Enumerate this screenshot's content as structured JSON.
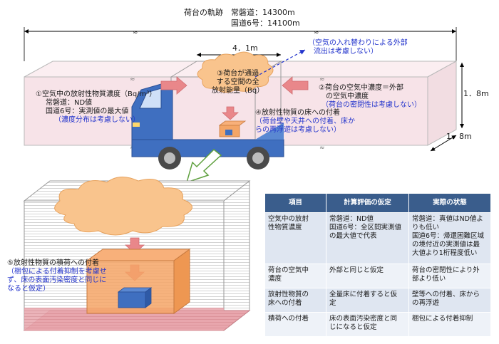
{
  "header": {
    "title_line1": "荷台の軌跡　常磐道：14300m",
    "title_line2": "国道6号：14100m"
  },
  "dimensions": {
    "length": "4．1m",
    "height": "1．8m",
    "width": "1．8m"
  },
  "labels": {
    "air_exchange": [
      "（空気の入れ替わりによる外部",
      "流出は考慮しない）"
    ],
    "item1": [
      "①空気中の放射性物質濃度（Bq/m³）",
      "常磐道：ND値",
      "国道6号：実測値の最大値",
      "（濃度分布は考慮しない）"
    ],
    "item2": [
      "②荷台の空気中濃度＝外部",
      "の空気中濃度",
      "（荷台の密閉性は考慮しない）"
    ],
    "item3": [
      "③荷台が通過",
      "する空間の全",
      "放射能量（Bq）"
    ],
    "item4": [
      "④放射性物質の床への付着",
      "（荷台壁や天井への付着、床か",
      "らの再浮遊は考慮しない）"
    ],
    "item5": [
      "⑤放射性物質の積荷への付着",
      "（梱包による付着抑制を考慮せ",
      "ず、床の表面汚染密度と同じに",
      "なると仮定）"
    ]
  },
  "table": {
    "headers": [
      "項目",
      "計算評価の仮定",
      "実際の状態"
    ],
    "rows": [
      {
        "item": [
          "空気中の放射",
          "性物質濃度"
        ],
        "assumption": [
          "常磐道：ND値",
          "国道6号：全区間実測値",
          "の最大値で代表"
        ],
        "actual": [
          "常磐道：真値はND値よ",
          "りも低い",
          "国道6号：帰還困難区域",
          "の境付近の実測値は最",
          "大値より1桁程度低い"
        ]
      },
      {
        "item": [
          "荷台の空気中",
          "濃度"
        ],
        "assumption": [
          "外部と同じと仮定"
        ],
        "actual": [
          "荷台の密閉性により外",
          "部より低い"
        ]
      },
      {
        "item": [
          "放射性物質の",
          "床への付着"
        ],
        "assumption": [
          "全量床に付着すると仮",
          "定"
        ],
        "actual": [
          "壁等への付着、床から",
          "の再浮遊"
        ]
      },
      {
        "item": [
          "積荷への付着"
        ],
        "assumption": [
          "床の表面汚染密度と同",
          "じになると仮定"
        ],
        "actual": [
          "梱包による付着抑制"
        ]
      }
    ]
  },
  "colors": {
    "tube_fill": "#f7e3e8",
    "cloud_fill": "#f9c48d",
    "truck_blue": "#3f6fc0",
    "arrow_pink": "#e9878a",
    "cargo_orange": "#f4a566",
    "header_blue": "#3a5d8c",
    "note_blue": "#2233cc"
  }
}
